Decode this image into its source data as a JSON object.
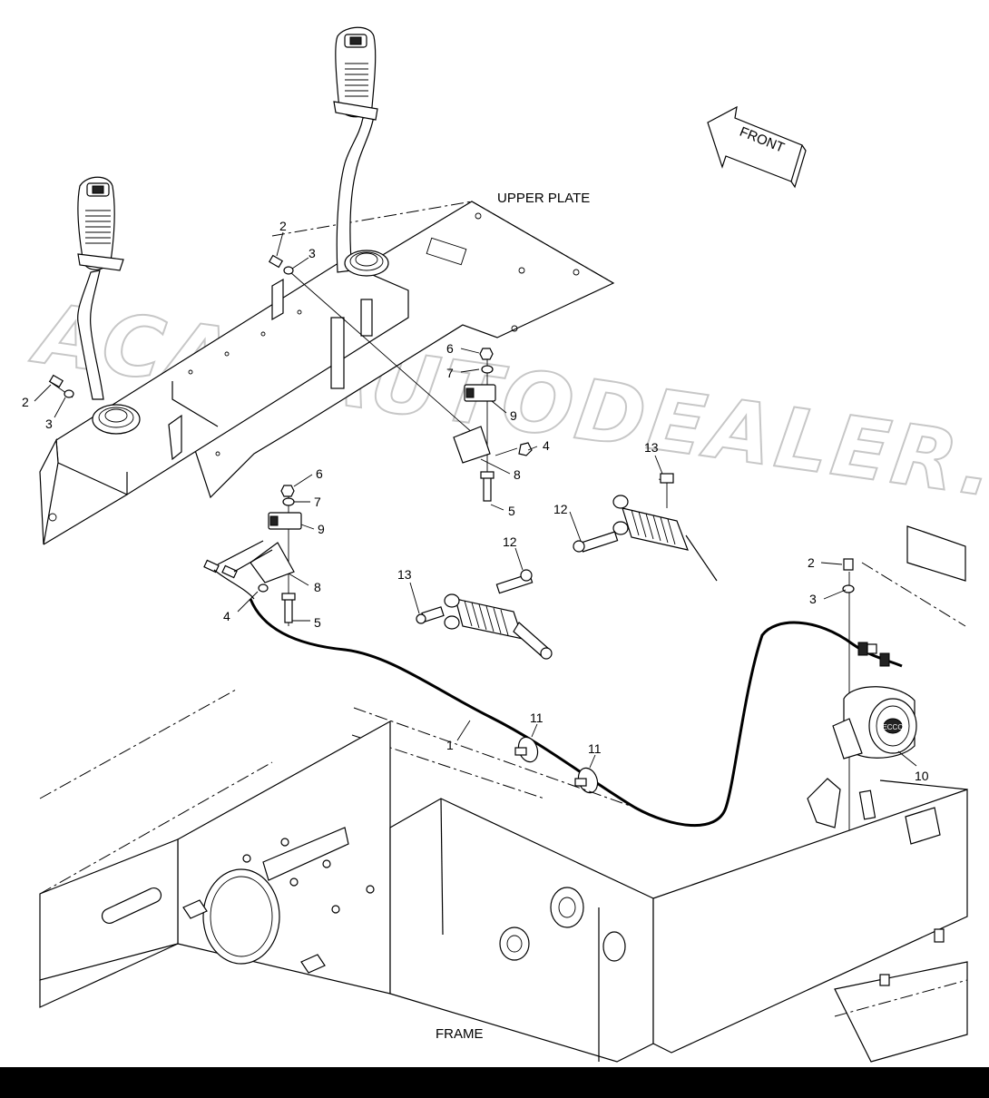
{
  "labels": {
    "upper_plate": "UPPER PLATE",
    "frame": "FRAME",
    "front": "FRONT"
  },
  "watermark": "ACAT.AUTODEALER.RU",
  "callouts": [
    {
      "id": "c2a",
      "text": "2"
    },
    {
      "id": "c3a",
      "text": "3"
    },
    {
      "id": "c2b",
      "text": "2"
    },
    {
      "id": "c3b",
      "text": "3"
    },
    {
      "id": "c6a",
      "text": "6"
    },
    {
      "id": "c7a",
      "text": "7"
    },
    {
      "id": "c9a",
      "text": "9"
    },
    {
      "id": "c4a",
      "text": "4"
    },
    {
      "id": "c8a",
      "text": "8"
    },
    {
      "id": "c5a",
      "text": "5"
    },
    {
      "id": "c6b",
      "text": "6"
    },
    {
      "id": "c7b",
      "text": "7"
    },
    {
      "id": "c9b",
      "text": "9"
    },
    {
      "id": "c8b",
      "text": "8"
    },
    {
      "id": "c4b",
      "text": "4"
    },
    {
      "id": "c5b",
      "text": "5"
    },
    {
      "id": "c13a",
      "text": "13"
    },
    {
      "id": "c12a",
      "text": "12"
    },
    {
      "id": "c12b",
      "text": "12"
    },
    {
      "id": "c13b",
      "text": "13"
    },
    {
      "id": "c2c",
      "text": "2"
    },
    {
      "id": "c3c",
      "text": "3"
    },
    {
      "id": "c1",
      "text": "1"
    },
    {
      "id": "c11a",
      "text": "11"
    },
    {
      "id": "c11b",
      "text": "11"
    },
    {
      "id": "c10",
      "text": "10"
    }
  ],
  "alarm_badge": "ECCO"
}
